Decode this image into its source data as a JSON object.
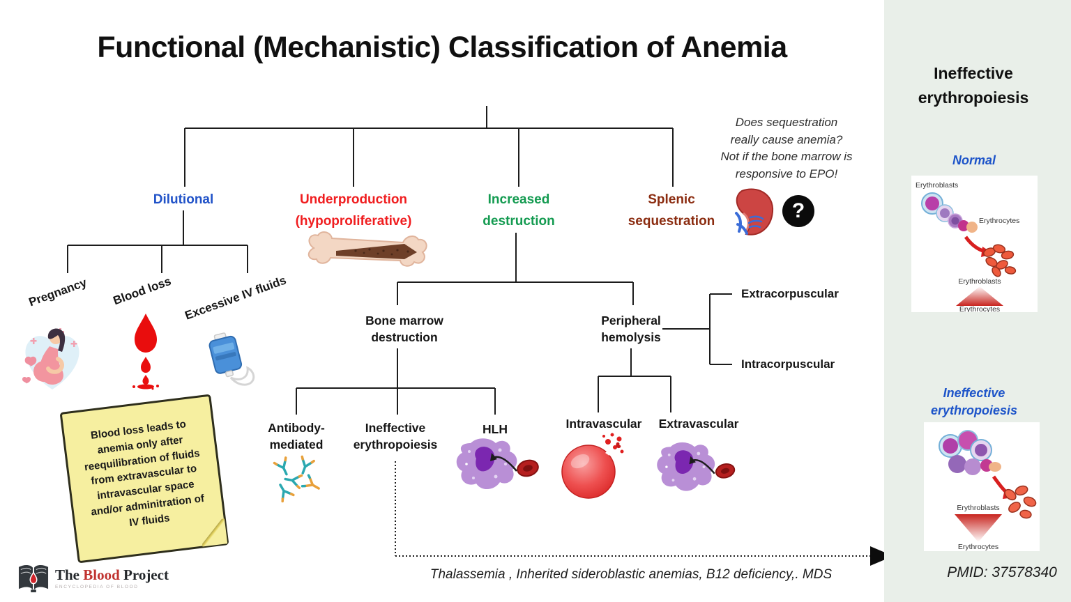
{
  "title": "Functional (Mechanistic) Classification of Anemia",
  "question_note": "Does sequestration\nreally cause anemia?\nNot if the bone marrow is\nresponsive to EPO!",
  "question_icon": "?",
  "categories": {
    "dilutional": {
      "label": "Dilutional",
      "color": "#2052c8"
    },
    "underproduction": {
      "label": "Underproduction\n(hypoproliferative)",
      "color": "#f01d1f"
    },
    "increased_destruction": {
      "label": "Increased\ndestruction",
      "color": "#149b51"
    },
    "splenic_sequestration": {
      "label": "Splenic\nsequestration",
      "color": "#8b2c10"
    }
  },
  "dilutional_causes": {
    "pregnancy": "Pregnancy",
    "blood_loss": "Blood loss",
    "excessive_iv_fluids": "Excessive IV fluids"
  },
  "sticky_note": "Blood loss leads to\nanemia only after\nreequilibration of fluids\nfrom extravascular to\nintravascular space\nand/or adminitration of\nIV fluids",
  "increased_destruction_branches": {
    "bone_marrow_destruction": "Bone marrow\ndestruction",
    "peripheral_hemolysis": "Peripheral\nhemolysis",
    "extracorpuscular": "Extracorpuscular",
    "intracorpuscular": "Intracorpuscular",
    "antibody_mediated": "Antibody-\nmediated",
    "ineffective_erythropoiesis": "Ineffective\nerythropoiesis",
    "hlh": "HLH",
    "intravascular": "Intravascular",
    "extravascular": "Extravascular"
  },
  "footnote": "Thalassemia , Inherited sideroblastic anemias, B12 deficiency,. MDS",
  "logo": {
    "word1": "The",
    "word2": "Blood",
    "word3": "Project",
    "tagline": "ENCYCLOPEDIA OF BLOOD"
  },
  "sidebar": {
    "title": "Ineffective\nerythropoiesis",
    "normal_label": "Normal",
    "ineffective_label": "Ineffective\nerythropoiesis",
    "accent_color": "#1d54c9",
    "pmid": "PMID: 37578340",
    "normal_panel": {
      "erythroblasts_top": "Erythroblasts",
      "erythrocytes_top": "Erythrocytes",
      "erythroblasts_bottom": "Erythroblasts",
      "erythrocytes_bottom": "Erythrocytes"
    },
    "ineffective_panel": {
      "erythroblasts": "Erythroblasts",
      "erythrocytes": "Erythrocytes"
    }
  }
}
